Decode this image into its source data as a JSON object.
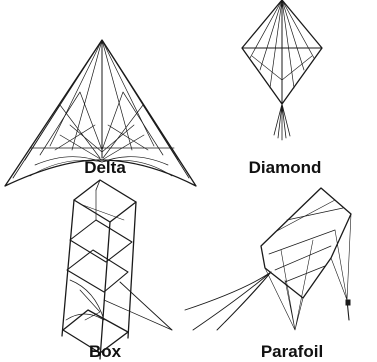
{
  "kites": [
    {
      "id": "delta",
      "label": "Delta"
    },
    {
      "id": "diamond",
      "label": "Diamond"
    },
    {
      "id": "box",
      "label": "Box"
    },
    {
      "id": "parafoil",
      "label": "Parafoil"
    }
  ]
}
